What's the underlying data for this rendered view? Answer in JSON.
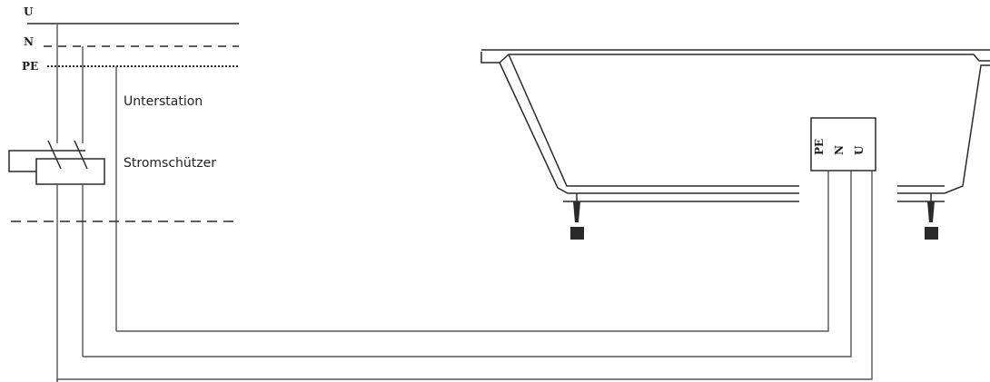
{
  "supply_labels": {
    "phase": "U",
    "neutral": "N",
    "earth": "PE"
  },
  "annotations": {
    "substation": "Unterstation",
    "contactor": "Stromschützer"
  },
  "terminal_box_labels": {
    "earth": "PE",
    "neutral": "N",
    "phase": "U"
  }
}
